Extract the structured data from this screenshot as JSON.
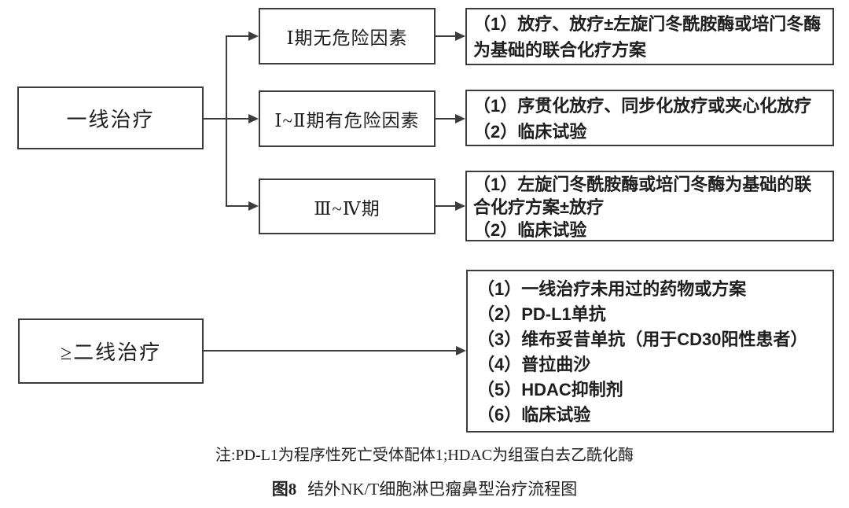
{
  "diagram": {
    "first_line": {
      "label": "一线治疗",
      "branches": [
        {
          "stage": "Ⅰ期无危险因素",
          "options": [
            "（1）放疗、放疗±左旋门冬酰胺酶或培门冬酶为基础的联合化疗方案"
          ]
        },
        {
          "stage": "Ⅰ~Ⅱ期有危险因素",
          "options": [
            "（1）序贯化放疗、同步化放疗或夹心化放疗",
            "（2）临床试验"
          ]
        },
        {
          "stage": "Ⅲ~Ⅳ期",
          "options": [
            "（1）左旋门冬酰胺酶或培门冬酶为基础的联合化疗方案±放疗",
            "（2）临床试验"
          ]
        }
      ]
    },
    "second_line": {
      "label": "≥二线治疗",
      "options": [
        "（1）一线治疗未用过的药物或方案",
        "（2）PD-L1单抗",
        "（3）维布妥昔单抗（用于CD30阳性患者）",
        "（4）普拉曲沙",
        "（5）HDAC抑制剂",
        "（6）临床试验"
      ]
    },
    "note": "注:PD-L1为程序性死亡受体配体1;HDAC为组蛋白去乙酰化酶",
    "caption": {
      "label": "图8",
      "title": "结外NK/T细胞淋巴瘤鼻型治疗流程图"
    },
    "colors": {
      "line": "#3c3c3c",
      "text": "#1e1e1e",
      "background": "#ffffff"
    }
  }
}
